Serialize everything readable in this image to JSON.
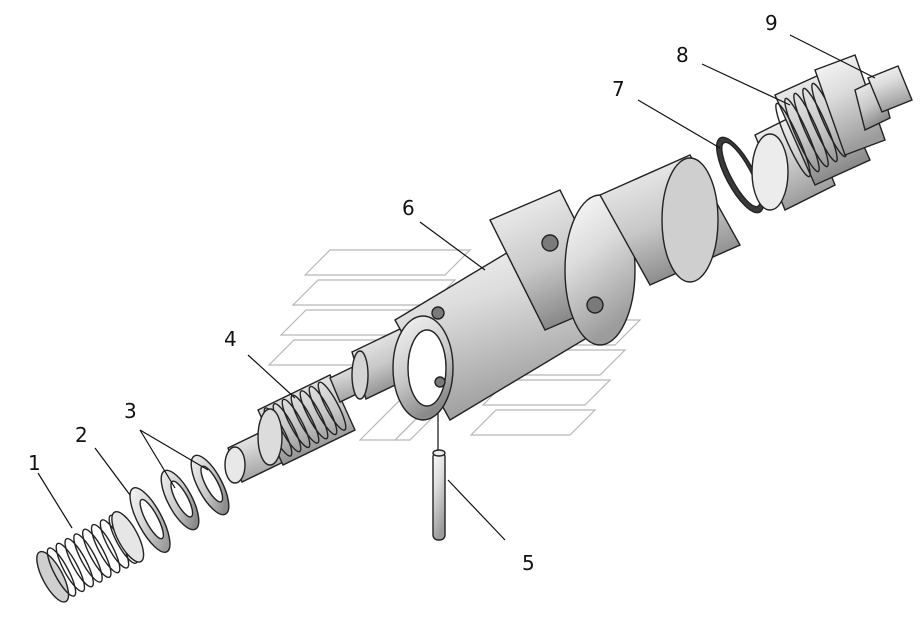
{
  "diagram": {
    "parts": [
      {
        "id": "spring",
        "callout": "1"
      },
      {
        "id": "washer",
        "callout": "2"
      },
      {
        "id": "shim-rings",
        "callout": "3"
      },
      {
        "id": "plunger",
        "callout": "4"
      },
      {
        "id": "pin",
        "callout": "5"
      },
      {
        "id": "body",
        "callout": "6"
      },
      {
        "id": "seal-ring",
        "callout": "7"
      },
      {
        "id": "fitting",
        "callout": "8"
      },
      {
        "id": "bolt",
        "callout": "9"
      }
    ]
  },
  "colors": {
    "line": "#222222",
    "fill_light": "#f4f4f4",
    "fill_mid": "#d9d9d9",
    "fill_dark": "#a8a8a8",
    "watermark": "#b8b8b8"
  }
}
